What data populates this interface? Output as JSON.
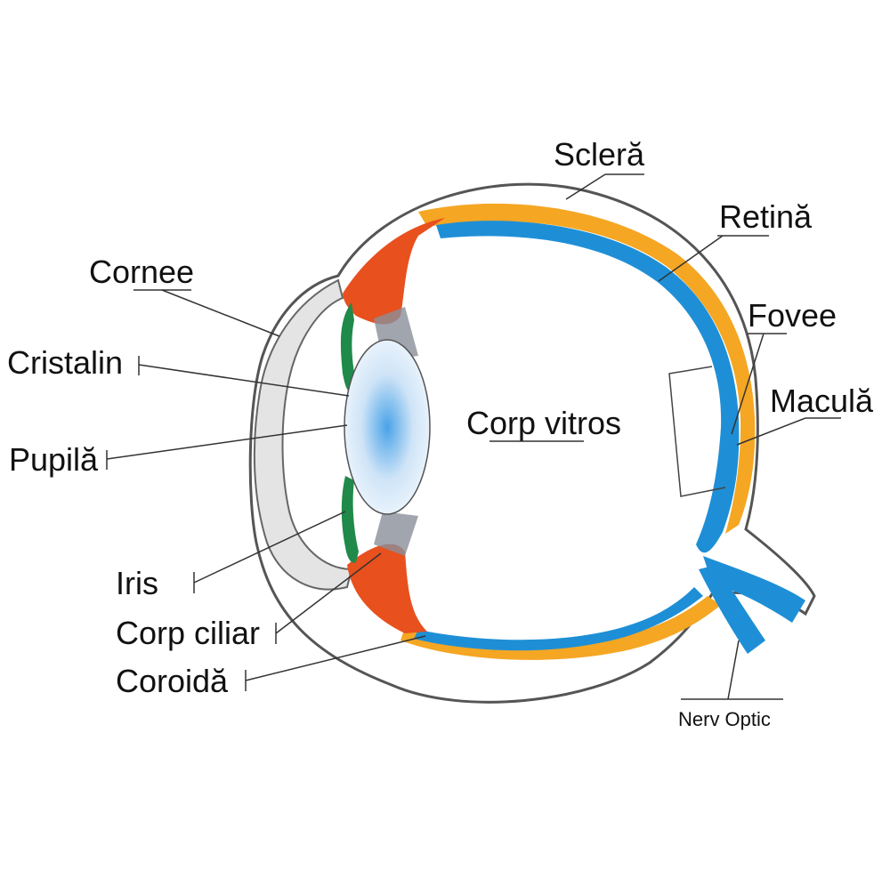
{
  "labels": {
    "sclera": "Scleră",
    "retina": "Retină",
    "cornee": "Cornee",
    "fovee": "Fovee",
    "cristalin": "Cristalin",
    "macula": "Maculă",
    "corp_vitros": "Corp vitros",
    "pupila": "Pupilă",
    "iris": "Iris",
    "corp_ciliar": "Corp ciliar",
    "coroida": "Coroidă",
    "nerv_optic": "Nerv Optic"
  },
  "colors": {
    "sclera": "#e8e8e8",
    "choroid": "#f5a623",
    "retina": "#1e8fd6",
    "ciliary_body": "#e8501e",
    "iris": "#1f8a4a",
    "lens": "#cfe4f7",
    "zonules": "#8a8f98"
  }
}
